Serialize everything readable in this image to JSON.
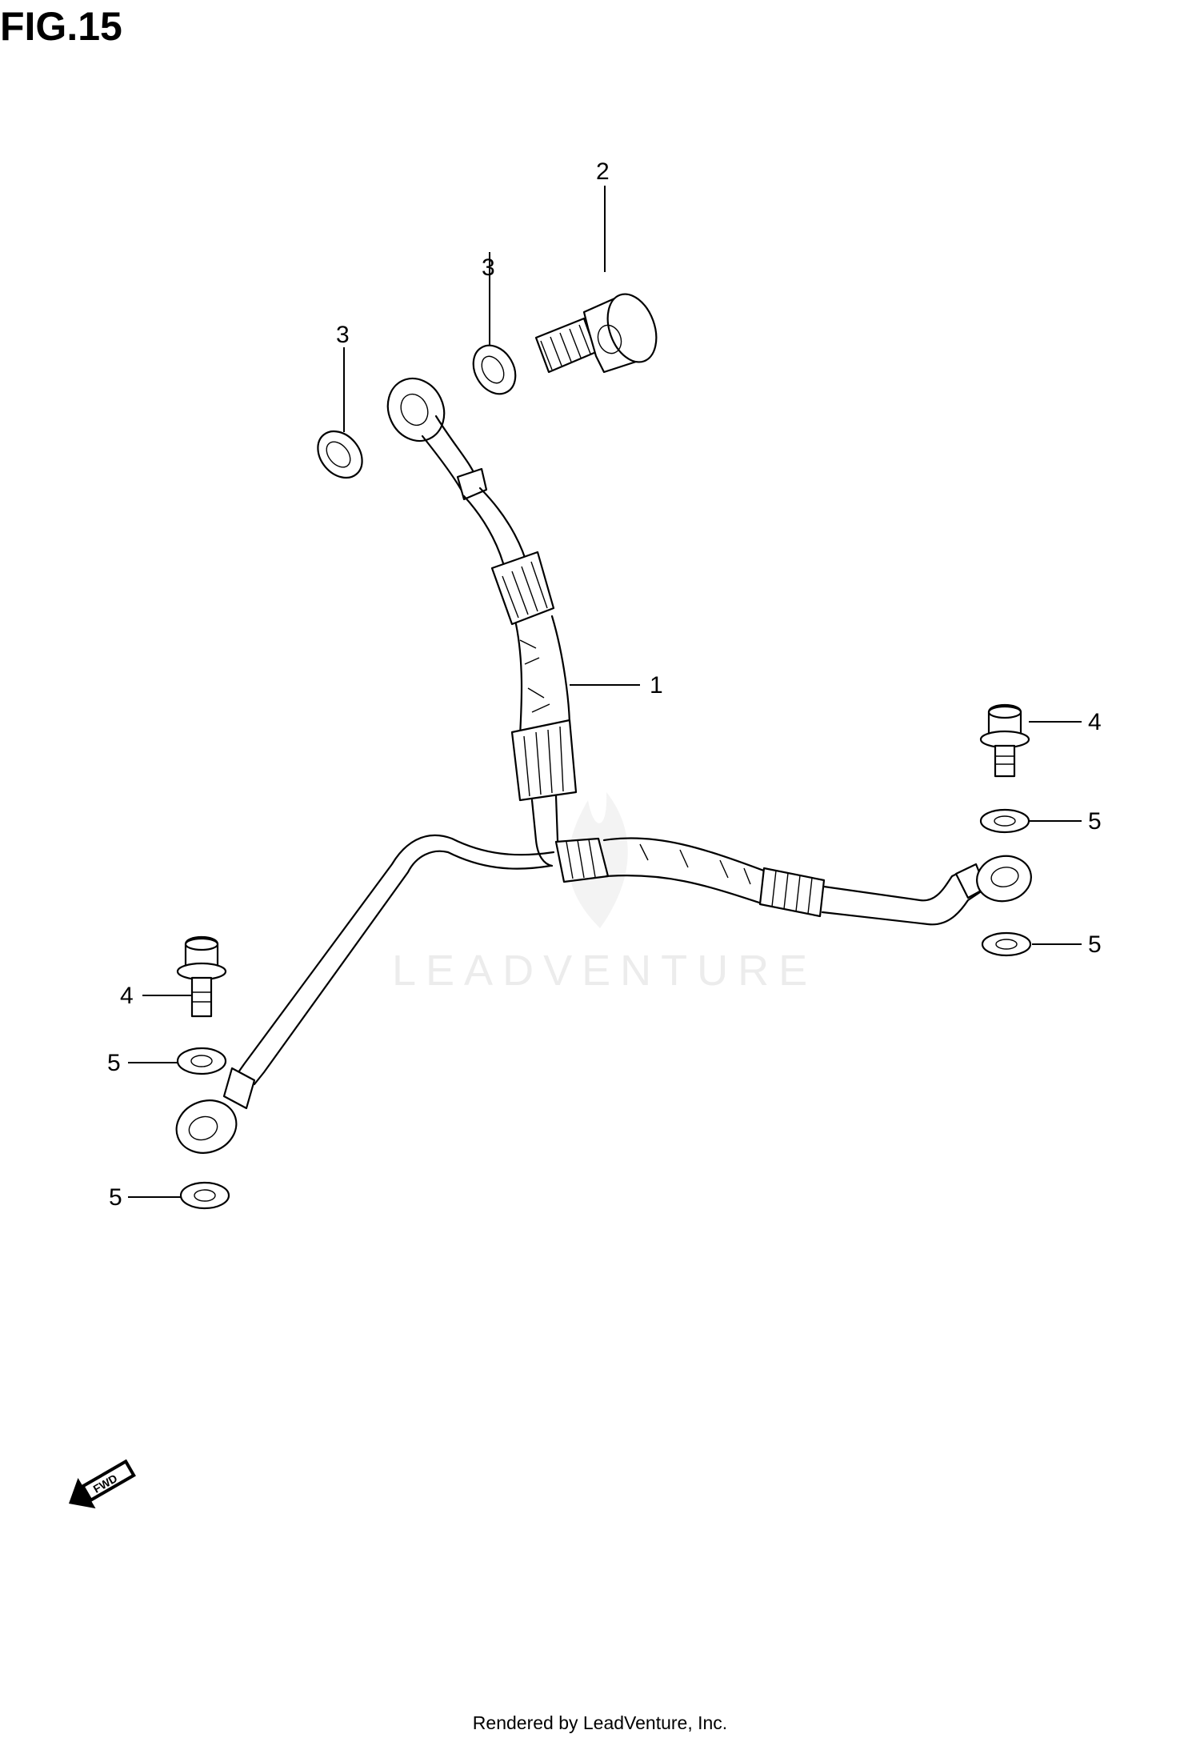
{
  "figure": {
    "title": "FIG.15"
  },
  "watermark": {
    "text": "LEADVENTURE"
  },
  "footer": {
    "text": "Rendered by LeadVenture, Inc."
  },
  "direction_marker": {
    "text": "FWD",
    "icon": "fwd-arrow-icon"
  },
  "callouts": {
    "hose": "1",
    "union_bolt": "2",
    "gasket_upper_right": "3",
    "gasket_upper_left": "3",
    "bolt_right": "4",
    "bolt_left": "4",
    "clamp_right_upper": "5",
    "clamp_right_lower": "5",
    "clamp_left_upper": "5",
    "clamp_left_lower": "5"
  }
}
